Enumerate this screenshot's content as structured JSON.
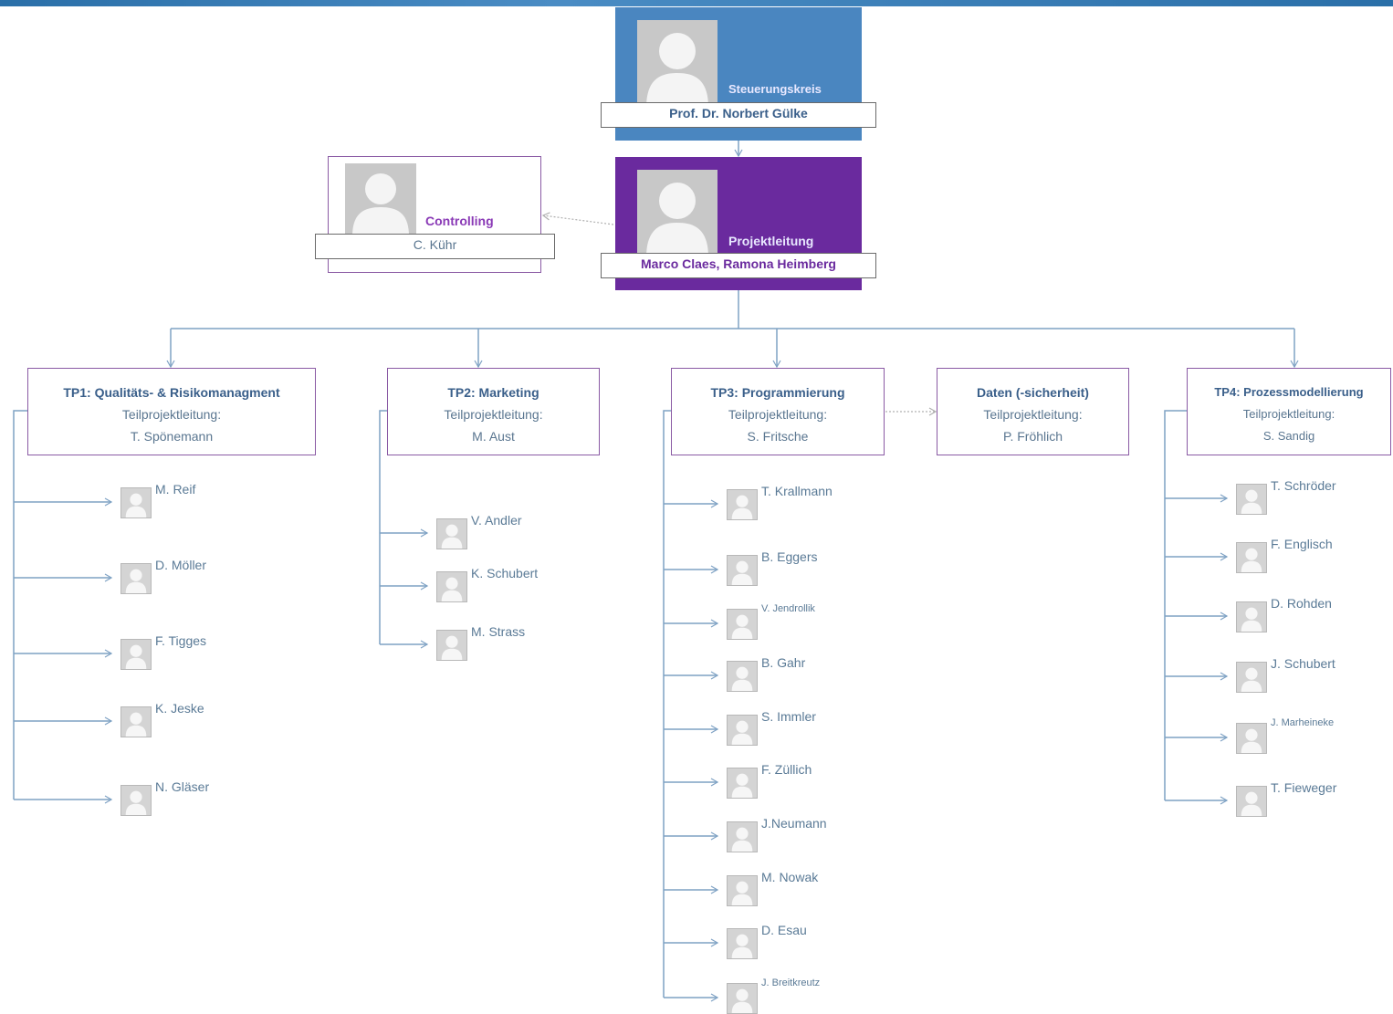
{
  "colors": {
    "steering_bg": "#4a86c0",
    "lead_bg": "#6a2a9e",
    "role_text_white": "#e8e8ff",
    "controlling_text": "#8a3ab6",
    "lead_name_text": "#6a2a9e",
    "connector": "#7fa2c4",
    "box_border": "#8a5aa4",
    "title_text": "#3a5f8a"
  },
  "steering": {
    "role": "Steuerungskreis",
    "name": "Prof. Dr. Norbert Gülke"
  },
  "project_lead": {
    "role": "Projektleitung",
    "name": "Marco Claes, Ramona Heimberg"
  },
  "controlling": {
    "role": "Controlling",
    "name": "C. Kühr"
  },
  "subprojects": [
    {
      "title": "TP1: Qualitäts- & Risikomanagment",
      "lead_label": "Teilprojektleitung:",
      "lead_name": "T. Spönemann",
      "members": [
        "M. Reif",
        "D. Möller",
        "F. Tigges",
        "K. Jeske",
        "N. Gläser"
      ]
    },
    {
      "title": "TP2: Marketing",
      "lead_label": "Teilprojektleitung:",
      "lead_name": "M. Aust",
      "members": [
        "V. Andler",
        "K. Schubert",
        "M. Strass"
      ]
    },
    {
      "title": "TP3: Programmierung",
      "lead_label": "Teilprojektleitung:",
      "lead_name": "S. Fritsche",
      "members": [
        "T. Krallmann",
        "B. Eggers",
        "V. Jendrollik",
        "B. Gahr",
        "S. Immler",
        "F. Züllich",
        "J.Neumann",
        "M. Nowak",
        "D. Esau",
        "J. Breitkreutz"
      ]
    },
    {
      "title": "Daten (-sicherheit)",
      "lead_label": "Teilprojektleitung:",
      "lead_name": "P. Fröhlich",
      "members": []
    },
    {
      "title": "TP4: Prozessmodellierung",
      "lead_label": "Teilprojektleitung:",
      "lead_name": "S. Sandig",
      "members": [
        "T. Schröder",
        "F. Englisch",
        "D. Rohden",
        "J. Schubert",
        "J. Marheineke",
        "T. Fieweger"
      ]
    }
  ]
}
